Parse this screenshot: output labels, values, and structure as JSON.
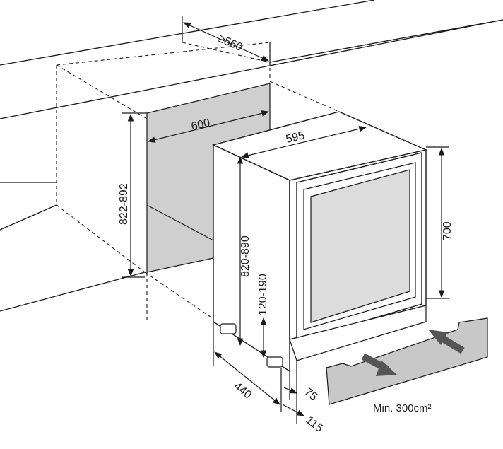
{
  "dimensions": {
    "min_depth": "≥560",
    "niche_width": "600",
    "appliance_width": "595",
    "niche_height": "822-892",
    "appliance_height": "820-890",
    "door_height": "700",
    "plinth_height": "120-190",
    "foot_depth": "440",
    "plinth_setback_inner": "75",
    "plinth_setback_outer": "115"
  },
  "ventilation": {
    "note": "Min. 300cm²"
  },
  "colors": {
    "line": "#1a1a1a",
    "niche_back": "#cfcfcf",
    "plinth_grille": "#c8c8c8",
    "door_glass": "#dcdcdc",
    "arrow": "#555555"
  }
}
